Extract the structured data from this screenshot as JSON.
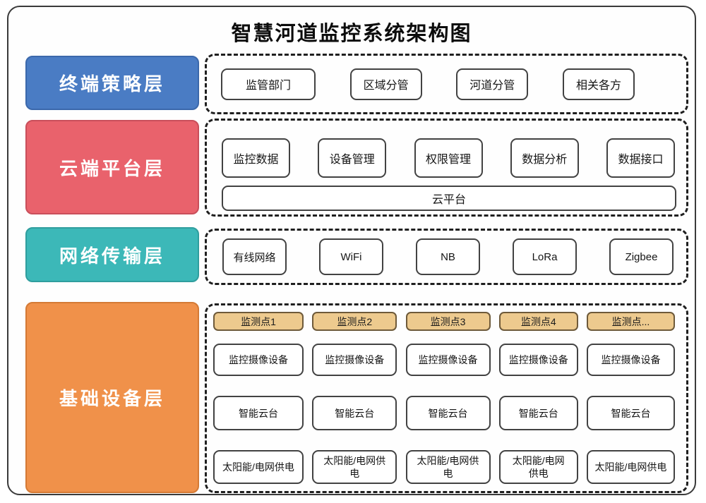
{
  "title": "智慧河道监控系统架构图",
  "colors": {
    "terminal_layer": "#4a7cc4",
    "cloud_layer": "#e9626c",
    "network_layer": "#3cb8b8",
    "device_layer": "#f0914a",
    "monitor_point_fill": "#edca8e",
    "monitor_point_border": "#6e5a3a",
    "dashed_border": "#1f1f1f",
    "node_border": "#424242"
  },
  "layers": {
    "terminal": {
      "label": "终端策略层",
      "items": [
        "监管部门",
        "区域分管",
        "河道分管",
        "相关各方"
      ]
    },
    "cloud": {
      "label": "云端平台层",
      "items": [
        "监控数据",
        "设备管理",
        "权限管理",
        "数据分析",
        "数据接口"
      ],
      "platform": "云平台"
    },
    "network": {
      "label": "网络传输层",
      "items": [
        "有线网络",
        "WiFi",
        "NB",
        "LoRa",
        "Zigbee"
      ]
    },
    "device": {
      "label": "基础设备层",
      "columns": [
        {
          "point": "监测点1",
          "camera": "监控摄像设备",
          "gimbal": "智能云台",
          "power": "太阳能/电网供电"
        },
        {
          "point": "监测点2",
          "camera": "监控摄像设备",
          "gimbal": "智能云台",
          "power": "太阳能/电网供电"
        },
        {
          "point": "监测点3",
          "camera": "监控摄像设备",
          "gimbal": "智能云台",
          "power": "太阳能/电网供电"
        },
        {
          "point": "监测点4",
          "camera": "监控摄像设备",
          "gimbal": "智能云台",
          "power": "太阳能/电网供电"
        },
        {
          "point": "监测点...",
          "camera": "监控摄像设备",
          "gimbal": "智能云台",
          "power": "太阳能/电网供电"
        }
      ]
    }
  }
}
